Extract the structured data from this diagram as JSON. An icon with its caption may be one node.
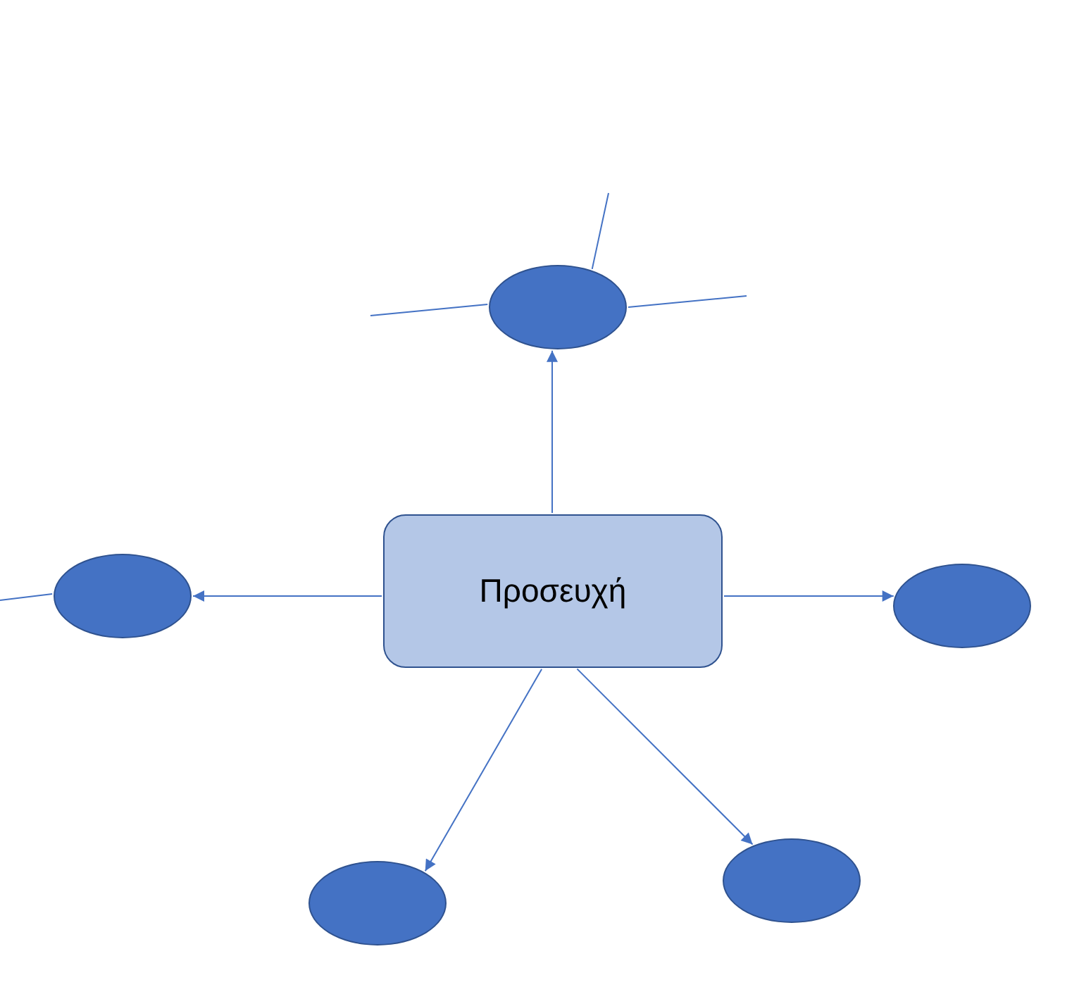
{
  "diagram": {
    "nodes": [
      {
        "text": [
          "Προσευχή"
        ]
      },
      {
        "text": [],
        "shape": "ellipse"
      },
      {
        "text": [],
        "shape": "ellipse"
      },
      {
        "text": [],
        "shape": "ellipse"
      },
      {
        "text": [],
        "shape": "ellipse"
      },
      {
        "text": [],
        "shape": "ellipse"
      }
    ],
    "edges": [
      {
        "from": 0,
        "to": 1,
        "arrow": "to"
      },
      {
        "from": 0,
        "to": 2,
        "arrow": "to"
      },
      {
        "from": 0,
        "to": 3,
        "arrow": "to"
      },
      {
        "from": 0,
        "to": 4,
        "arrow": "to"
      },
      {
        "from": 0,
        "to": 5,
        "arrow": "to"
      },
      {
        "from": 1,
        "to": null,
        "arrow": "none"
      },
      {
        "from": 1,
        "to": null,
        "arrow": "none"
      },
      {
        "from": 1,
        "to": null,
        "arrow": "none"
      },
      {
        "from": 2,
        "to": null,
        "arrow": "none"
      }
    ]
  }
}
